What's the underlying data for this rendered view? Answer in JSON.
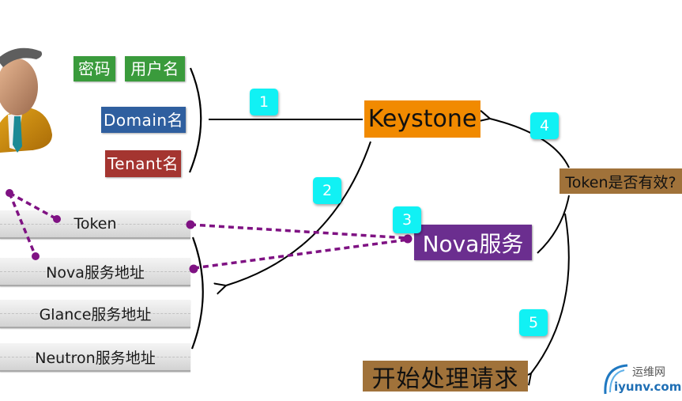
{
  "credentials": {
    "password": "密码",
    "username": "用户名",
    "domain": "Domain名",
    "tenant": "Tenant名"
  },
  "response_items": [
    {
      "label": "Token"
    },
    {
      "label": "Nova服务地址"
    },
    {
      "label": "Glance服务地址"
    },
    {
      "label": "Neutron服务地址"
    }
  ],
  "services": {
    "keystone": "Keystone",
    "nova": "Nova服务",
    "validation_question": "Token是否有效?",
    "start_processing": "开始处理请求"
  },
  "steps": [
    "1",
    "2",
    "3",
    "4",
    "5"
  ],
  "watermark": {
    "cn": "运维网",
    "en": "iyunv.com"
  },
  "colors": {
    "credential_green": "#3a9b3c",
    "domain_blue": "#2f5f9f",
    "tenant_red": "#a43530",
    "keystone_orange": "#f18a00",
    "nova_purple": "#6b2e8f",
    "decision_brown": "#a0723a",
    "step_badge_cyan": "#11f1f4",
    "dotted_link_purple": "#7f1283"
  },
  "icons": {
    "user": "user-avatar-icon"
  }
}
